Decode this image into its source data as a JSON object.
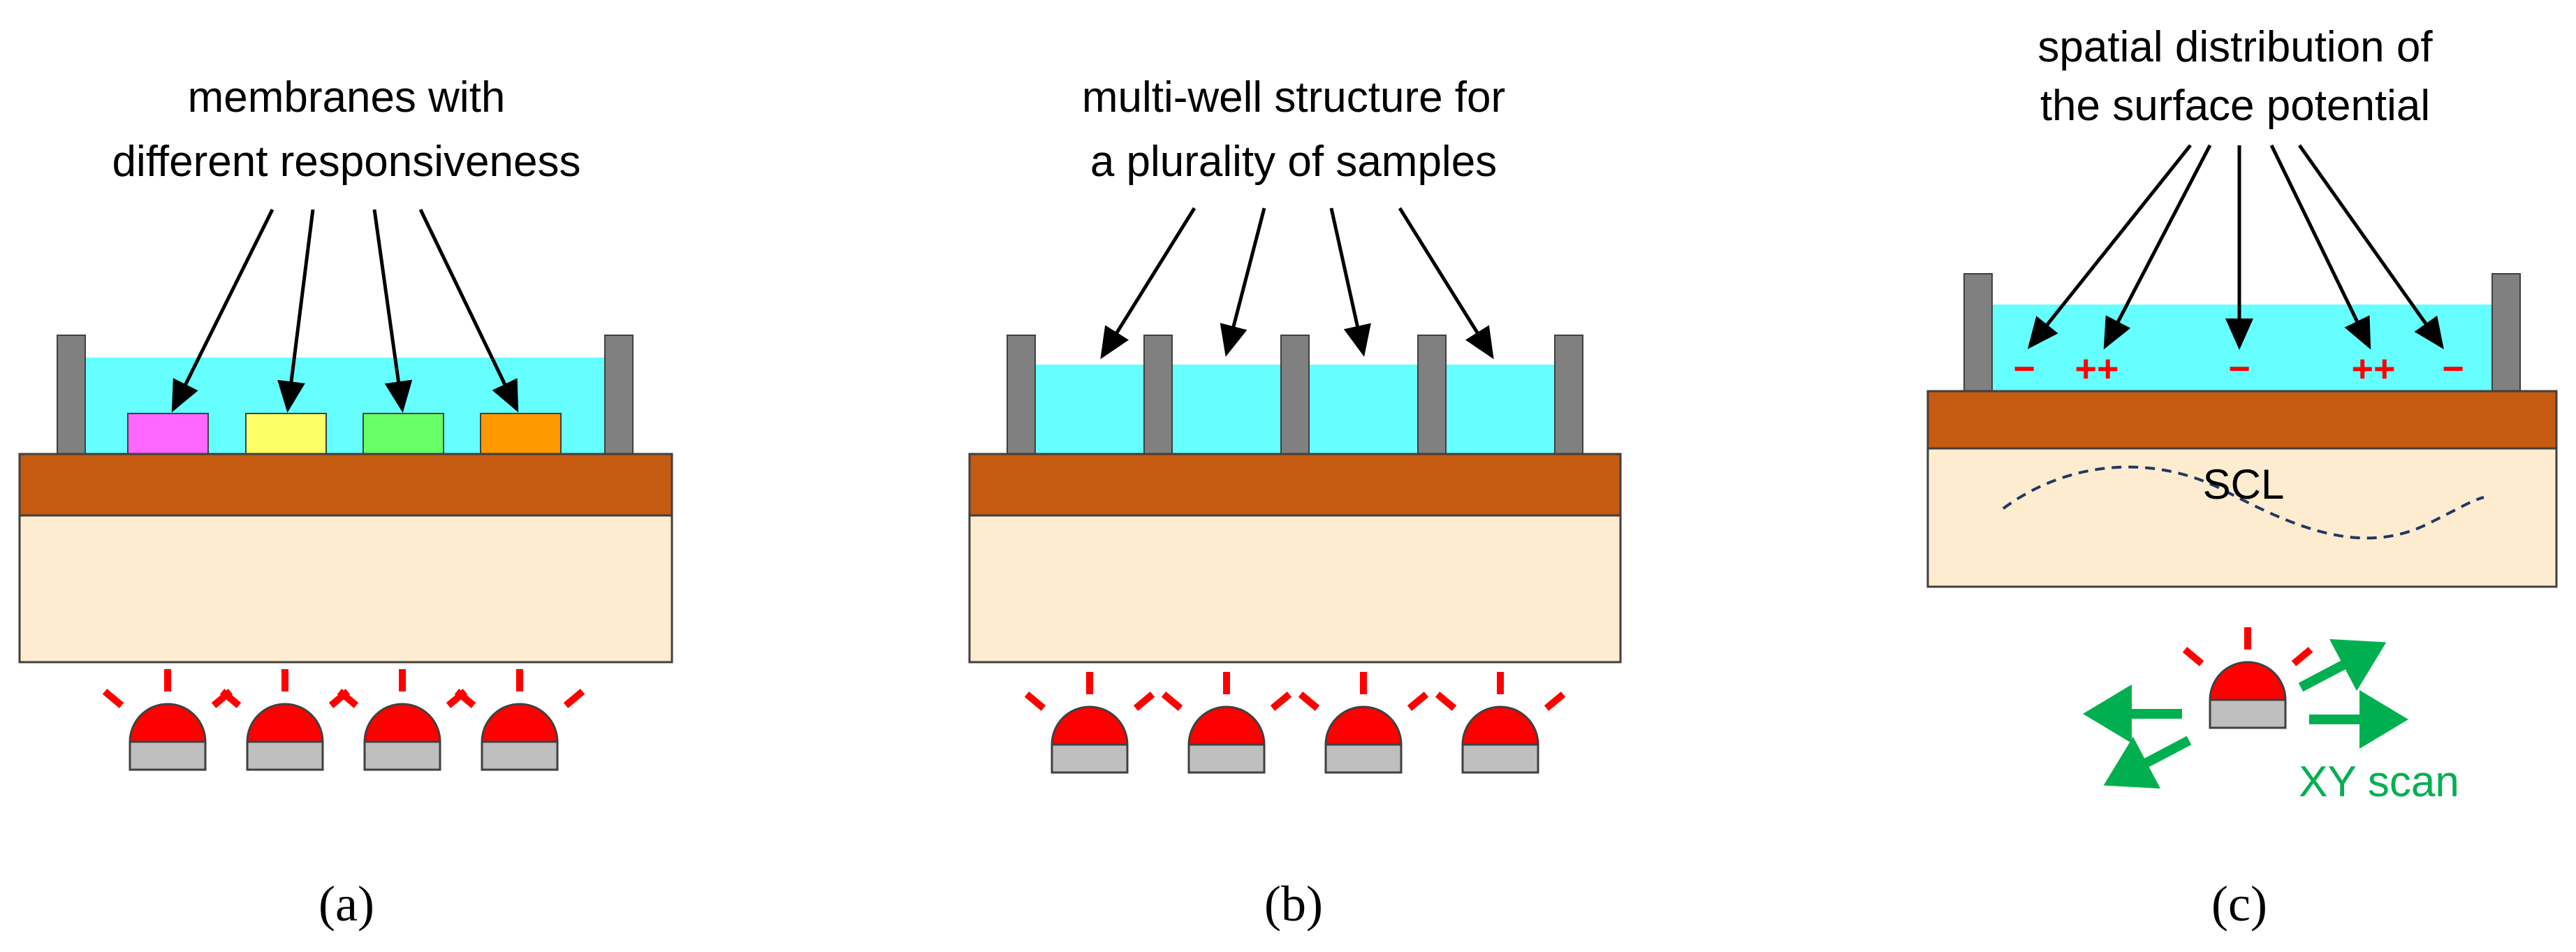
{
  "panels": {
    "a": {
      "label_lines": [
        "membranes with",
        "different responsiveness"
      ],
      "caption": "(a)"
    },
    "b": {
      "label_lines": [
        "multi-well structure for",
        "a plurality of samples"
      ],
      "caption": "(b)"
    },
    "c": {
      "label_lines": [
        "spatial distribution of",
        "the surface potential"
      ],
      "caption": "(c)",
      "charges": [
        "−",
        "++",
        "−",
        "++",
        "−"
      ],
      "layer_label": "SCL",
      "scan_label": "XY scan"
    }
  },
  "colors": {
    "solution": "#66ffff",
    "substrate_top": "#c55a11",
    "substrate_bottom": "#fdeccf",
    "wall": "#808080",
    "led": "#ff0000",
    "led_base": "#bfbfbf",
    "charge": "#ff0000",
    "scan_arrow": "#00b050",
    "membranes": [
      "#ff66ff",
      "#ffff66",
      "#66ff66",
      "#ff9900"
    ]
  }
}
